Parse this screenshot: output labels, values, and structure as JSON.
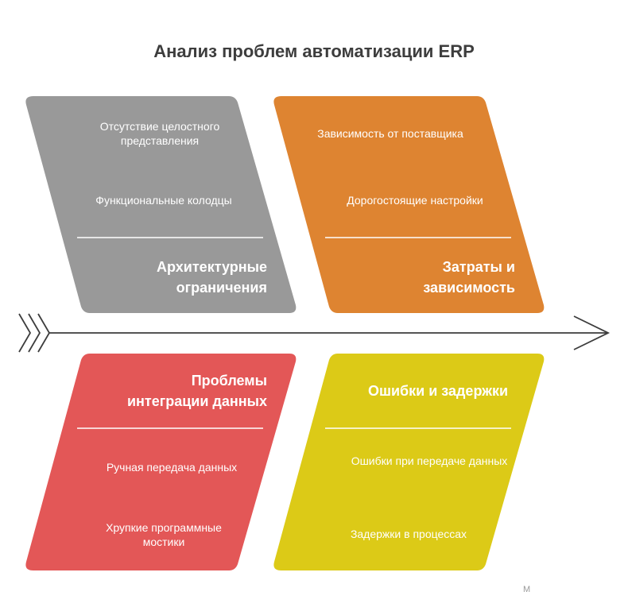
{
  "title": "Анализ проблем автоматизации ERP",
  "colors": {
    "gray": "#999999",
    "orange": "#de8431",
    "red": "#e35757",
    "yellow": "#dcca17",
    "spine": "#3d3d3d"
  },
  "sections": {
    "architecture": {
      "heading": "Архитектурные ограничения",
      "items": [
        "Отсутствие целостного представления",
        "Функциональные колодцы"
      ]
    },
    "costs": {
      "heading": "Затраты и зависимость",
      "items": [
        "Зависимость от поставщика",
        "Дорогостоящие настройки"
      ]
    },
    "integration": {
      "heading": "Проблемы интеграции данных",
      "items": [
        "Ручная передача данных",
        "Хрупкие программные мостики"
      ]
    },
    "errors": {
      "heading": "Ошибки и задержки",
      "items": [
        "Ошибки при передаче данных",
        "Задержки в процессах"
      ]
    }
  },
  "watermark": "M"
}
